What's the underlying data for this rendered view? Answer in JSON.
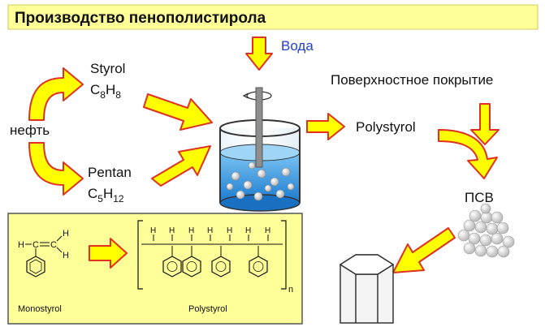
{
  "title": "Производство пенополистирола",
  "labels": {
    "water": "Вода",
    "oil": "нефть",
    "styrol": "Styrol",
    "pentan": "Pentan",
    "polystyrol": "Polystyrol",
    "coating": "Поверхностное покрытие",
    "psv": "ПСВ"
  },
  "formulas": {
    "styrol": {
      "c": "C",
      "c_n": "8",
      "h": "H",
      "h_n": "8"
    },
    "pentan": {
      "c": "C",
      "c_n": "5",
      "h": "H",
      "h_n": "12"
    }
  },
  "chem_box": {
    "monostyrol": "Monostyrol",
    "polystyrol": "Polystyrol",
    "subscript_n": "n",
    "atoms": {
      "h": "H",
      "c": "C"
    }
  },
  "colors": {
    "arrow_fill": "#ffff00",
    "arrow_stroke": "#e03020",
    "title_bg": "#ffff99",
    "box_bg": "#ffff99",
    "water_color": "#2a8fd8",
    "label_blue": "#1f3fd0"
  }
}
